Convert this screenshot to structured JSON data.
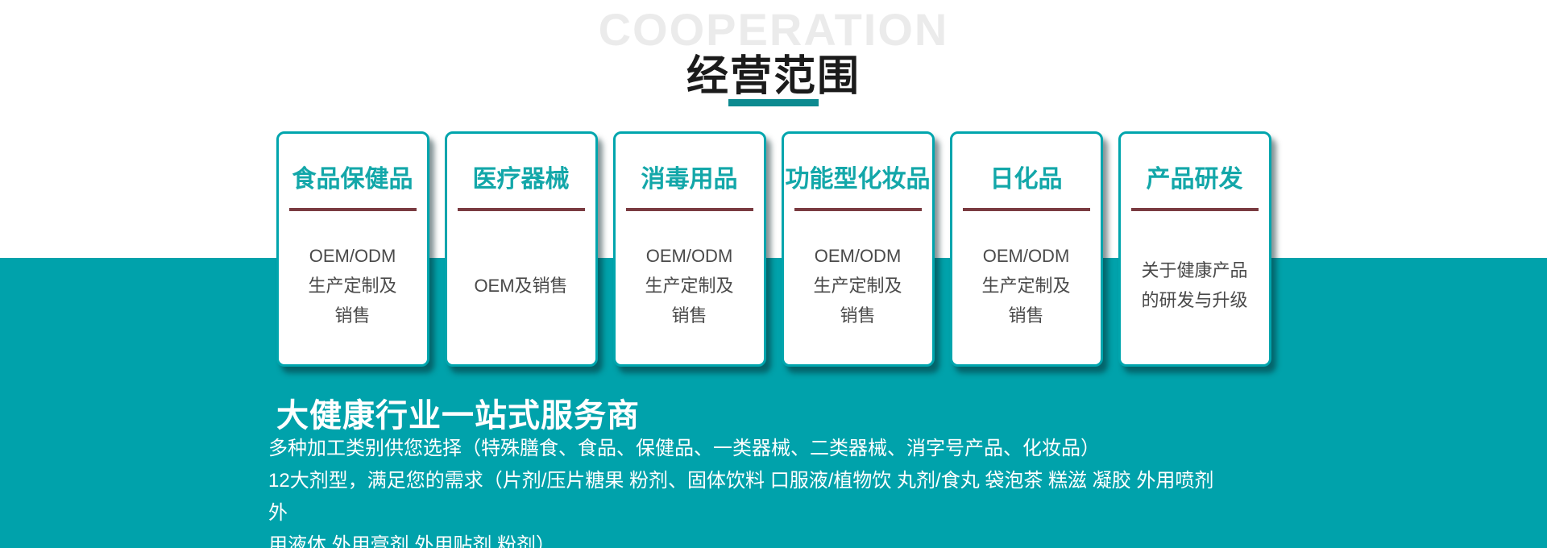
{
  "section": {
    "watermark": "COOPERATION",
    "title": "经营范围"
  },
  "cards": [
    {
      "title": "食品保健品",
      "lines": [
        "OEM/ODM",
        "生产定制及",
        "销售"
      ]
    },
    {
      "title": "医疗器械",
      "lines": [
        "OEM及销售"
      ]
    },
    {
      "title": "消毒用品",
      "lines": [
        "OEM/ODM",
        "生产定制及",
        "销售"
      ]
    },
    {
      "title": "功能型化妆品",
      "lines": [
        "OEM/ODM",
        "生产定制及",
        "销售"
      ]
    },
    {
      "title": "日化品",
      "lines": [
        "OEM/ODM",
        "生产定制及",
        "销售"
      ]
    },
    {
      "title": "产品研发",
      "lines": [
        "关于健康产品",
        "的研发与升级"
      ]
    }
  ],
  "banner": {
    "heading": "大健康行业一站式服务商",
    "line1": "多种加工类别供您选择（特殊膳食、食品、保健品、一类器械、二类器械、消字号产品、化妆品）",
    "line2": "12大剂型，满足您的需求（片剂/压片糖果 粉剂、固体饮料 口服液/植物饮 丸剂/食丸 袋泡茶 糕滋 凝胶 外用喷剂 外\n用液体 外用膏剂 外用贴剂 粉剂）"
  },
  "colors": {
    "teal_band": "#00a2ab",
    "teal_border": "#00a5ad",
    "teal_title": "#13a7a9",
    "teal_underline": "#0d8a90",
    "divider_maroon": "#7a3b41",
    "body_text": "#4a4a4a",
    "main_title": "#1b1b1b",
    "watermark_gray": "#ebebeb",
    "banner_text": "#ffffff"
  }
}
